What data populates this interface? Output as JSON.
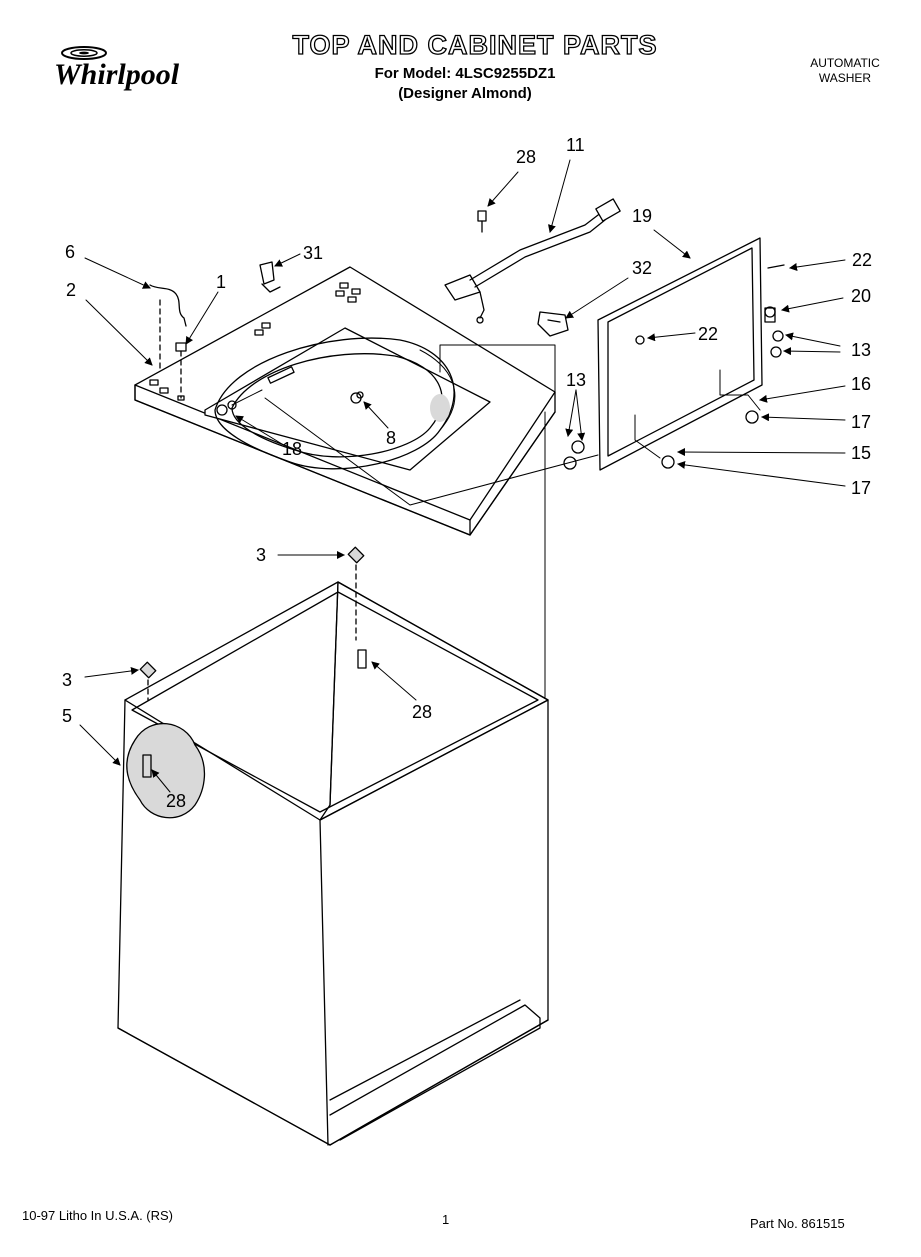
{
  "brand": "Whirlpool",
  "header": {
    "title": "TOP AND CABINET PARTS",
    "model_line": "For Model: 4LSC9255DZ1",
    "color_line": "(Designer Almond)",
    "product_line1": "AUTOMATIC",
    "product_line2": "WASHER"
  },
  "callouts": [
    "28",
    "11",
    "19",
    "22",
    "6",
    "31",
    "1",
    "32",
    "20",
    "2",
    "22",
    "13",
    "13",
    "16",
    "8",
    "17",
    "18",
    "15",
    "17",
    "3",
    "3",
    "28",
    "5",
    "28"
  ],
  "footer": {
    "print_note": "10-97 Litho In U.S.A. (RS)",
    "page_number": "1",
    "part_number": "Part No. 861515"
  },
  "colors": {
    "ink": "#000000",
    "paper": "#ffffff",
    "shade": "#d9d9d9"
  }
}
